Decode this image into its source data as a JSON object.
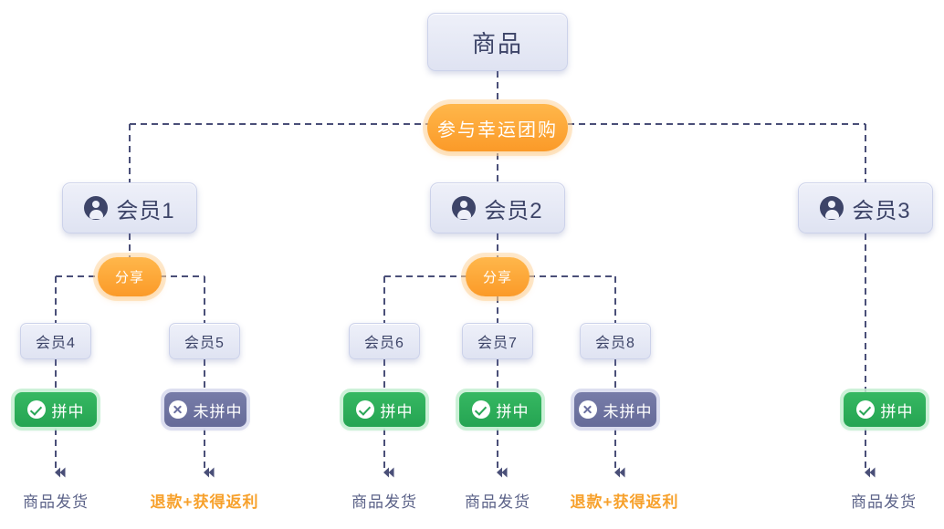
{
  "diagram": {
    "title_node": {
      "label": "商品",
      "name": "product"
    },
    "action_pill": {
      "label": "参与幸运团购",
      "name": "join-lucky-group-buy"
    },
    "share_label": "分享",
    "status": {
      "matched": "拼中",
      "not_matched": "未拼中"
    },
    "outcomes": {
      "shipped": "商品发货",
      "refund": "退款+获得返利"
    },
    "members": [
      {
        "id": "m1",
        "label": "会员1"
      },
      {
        "id": "m2",
        "label": "会员2"
      },
      {
        "id": "m3",
        "label": "会员3"
      }
    ],
    "sub_members": [
      {
        "id": "m4",
        "label": "会员4",
        "status": "拼中",
        "status_type": "matched",
        "outcome": "商品发货",
        "outcome_type": "shipped"
      },
      {
        "id": "m5",
        "label": "会员5",
        "status": "未拼中",
        "status_type": "not_matched",
        "outcome": "退款+获得返利",
        "outcome_type": "refund"
      },
      {
        "id": "m6",
        "label": "会员6",
        "status": "拼中",
        "status_type": "matched",
        "outcome": "商品发货",
        "outcome_type": "shipped"
      },
      {
        "id": "m7",
        "label": "会员7",
        "status": "拼中",
        "status_type": "matched",
        "outcome": "商品发货",
        "outcome_type": "shipped"
      },
      {
        "id": "m8",
        "label": "会员8",
        "status": "未拼中",
        "status_type": "not_matched",
        "outcome": "退款+获得返利",
        "outcome_type": "refund"
      }
    ],
    "member3_branch": {
      "status": "拼中",
      "outcome": "商品发货"
    },
    "colors": {
      "card_fill": "#e6eaf7",
      "card_border": "#ccd2ea",
      "text_dark": "#3d4468",
      "orange": "#fb9a28",
      "green": "#25a452",
      "purple": "#666b99",
      "edge": "#4a4f78"
    }
  }
}
